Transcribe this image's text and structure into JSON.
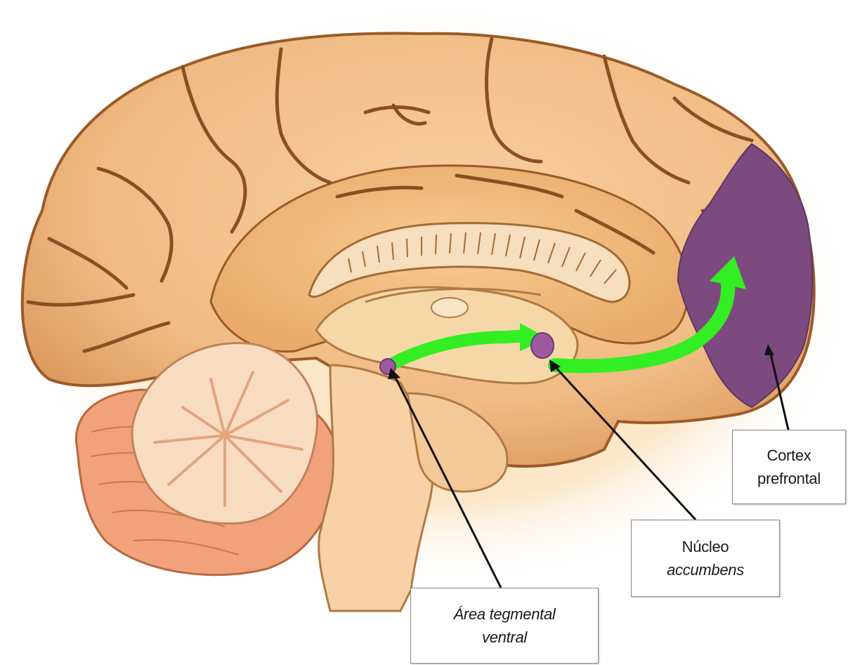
{
  "labels": {
    "prefrontal_cortex": {
      "line1": "Cortex",
      "line2": "prefrontal"
    },
    "nucleus_accumbens": {
      "line1": "Núcleo",
      "line2": "accumbens"
    },
    "vta": {
      "line1": "Área tegmental",
      "line2": "ventral"
    }
  },
  "colors": {
    "cortex": "#f0bd88",
    "sulcus": "#8a4f22",
    "prefrontal_region": "#7d4a80",
    "pathway": "#33ee22",
    "cerebellum_outer": "#f2a27a",
    "cerebellum_inner": "#f8dcc2",
    "brainstem": "#f8d2a6",
    "corpus_callosum": "#f6dfbe"
  }
}
